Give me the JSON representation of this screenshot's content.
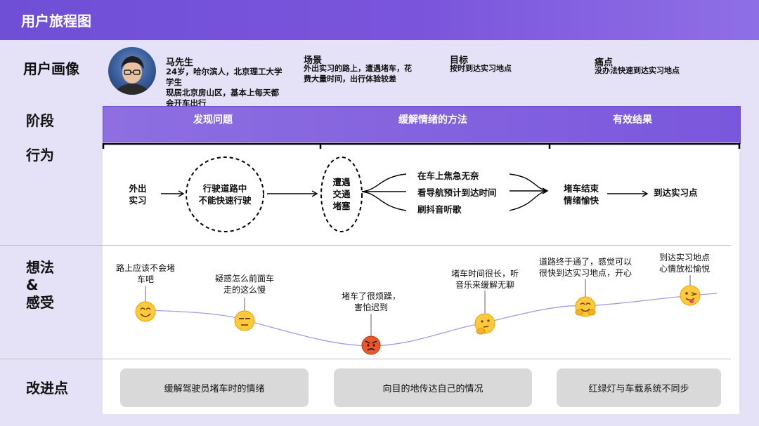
{
  "title": "用户旅程图",
  "rows": {
    "persona": "用户画像",
    "stage": "阶段",
    "behavior": "行为",
    "thoughts": [
      "想法",
      "&",
      "感受"
    ],
    "improve": "改进点"
  },
  "persona": {
    "name": "马先生",
    "desc": [
      "24岁，哈尔滨人，北京理工大学",
      "学生",
      "现居北京房山区，基本上每天都",
      "会开车出行"
    ]
  },
  "scene": {
    "title": "场景",
    "text": [
      "外出实习的路上，遭遇堵车，花",
      "费大量时间，出行体验较差"
    ]
  },
  "goal": {
    "title": "目标",
    "text": "按时到达实习地点"
  },
  "pain": {
    "title": "痛点",
    "text": "没办法快速到达实习地点"
  },
  "stages": [
    "发现问题",
    "缓解情绪的方法",
    "有效结果"
  ],
  "behaviors": {
    "go_out": [
      "外出",
      "实习"
    ],
    "driving": [
      "行驶道路中",
      "不能快速行驶"
    ],
    "jam": [
      "遭遇",
      "交通",
      "堵塞"
    ],
    "branches": [
      "在车上焦急无奈",
      "看导航预计到达时间",
      "刷抖音听歌"
    ],
    "jam_end": [
      "堵车结束",
      "情绪愉快"
    ],
    "arrive": "到达实习点"
  },
  "thoughts": [
    [
      "路上应该不会堵",
      "车吧"
    ],
    [
      "疑惑怎么前面车",
      "走的这么慢"
    ],
    [
      "堵车了很烦躁，",
      "害怕迟到"
    ],
    [
      "堵车时间很长，听",
      "音乐来缓解无聊"
    ],
    [
      "道路终于通了，感觉可以",
      "很快到达实习地点，开心"
    ],
    [
      "到达实习地点",
      "心情放松愉悦"
    ]
  ],
  "emotions": [
    "smiling",
    "unamused",
    "angry",
    "thinking",
    "hugging",
    "winking-tongue"
  ],
  "improvements": [
    "缓解驾驶员堵车时的情绪",
    "向目的地传达自己的情况",
    "红绿灯与车载系统不同步"
  ],
  "colors": {
    "accent": "#7a55dc",
    "background": "#e5e1f6",
    "emoji": "#ffc83d"
  }
}
